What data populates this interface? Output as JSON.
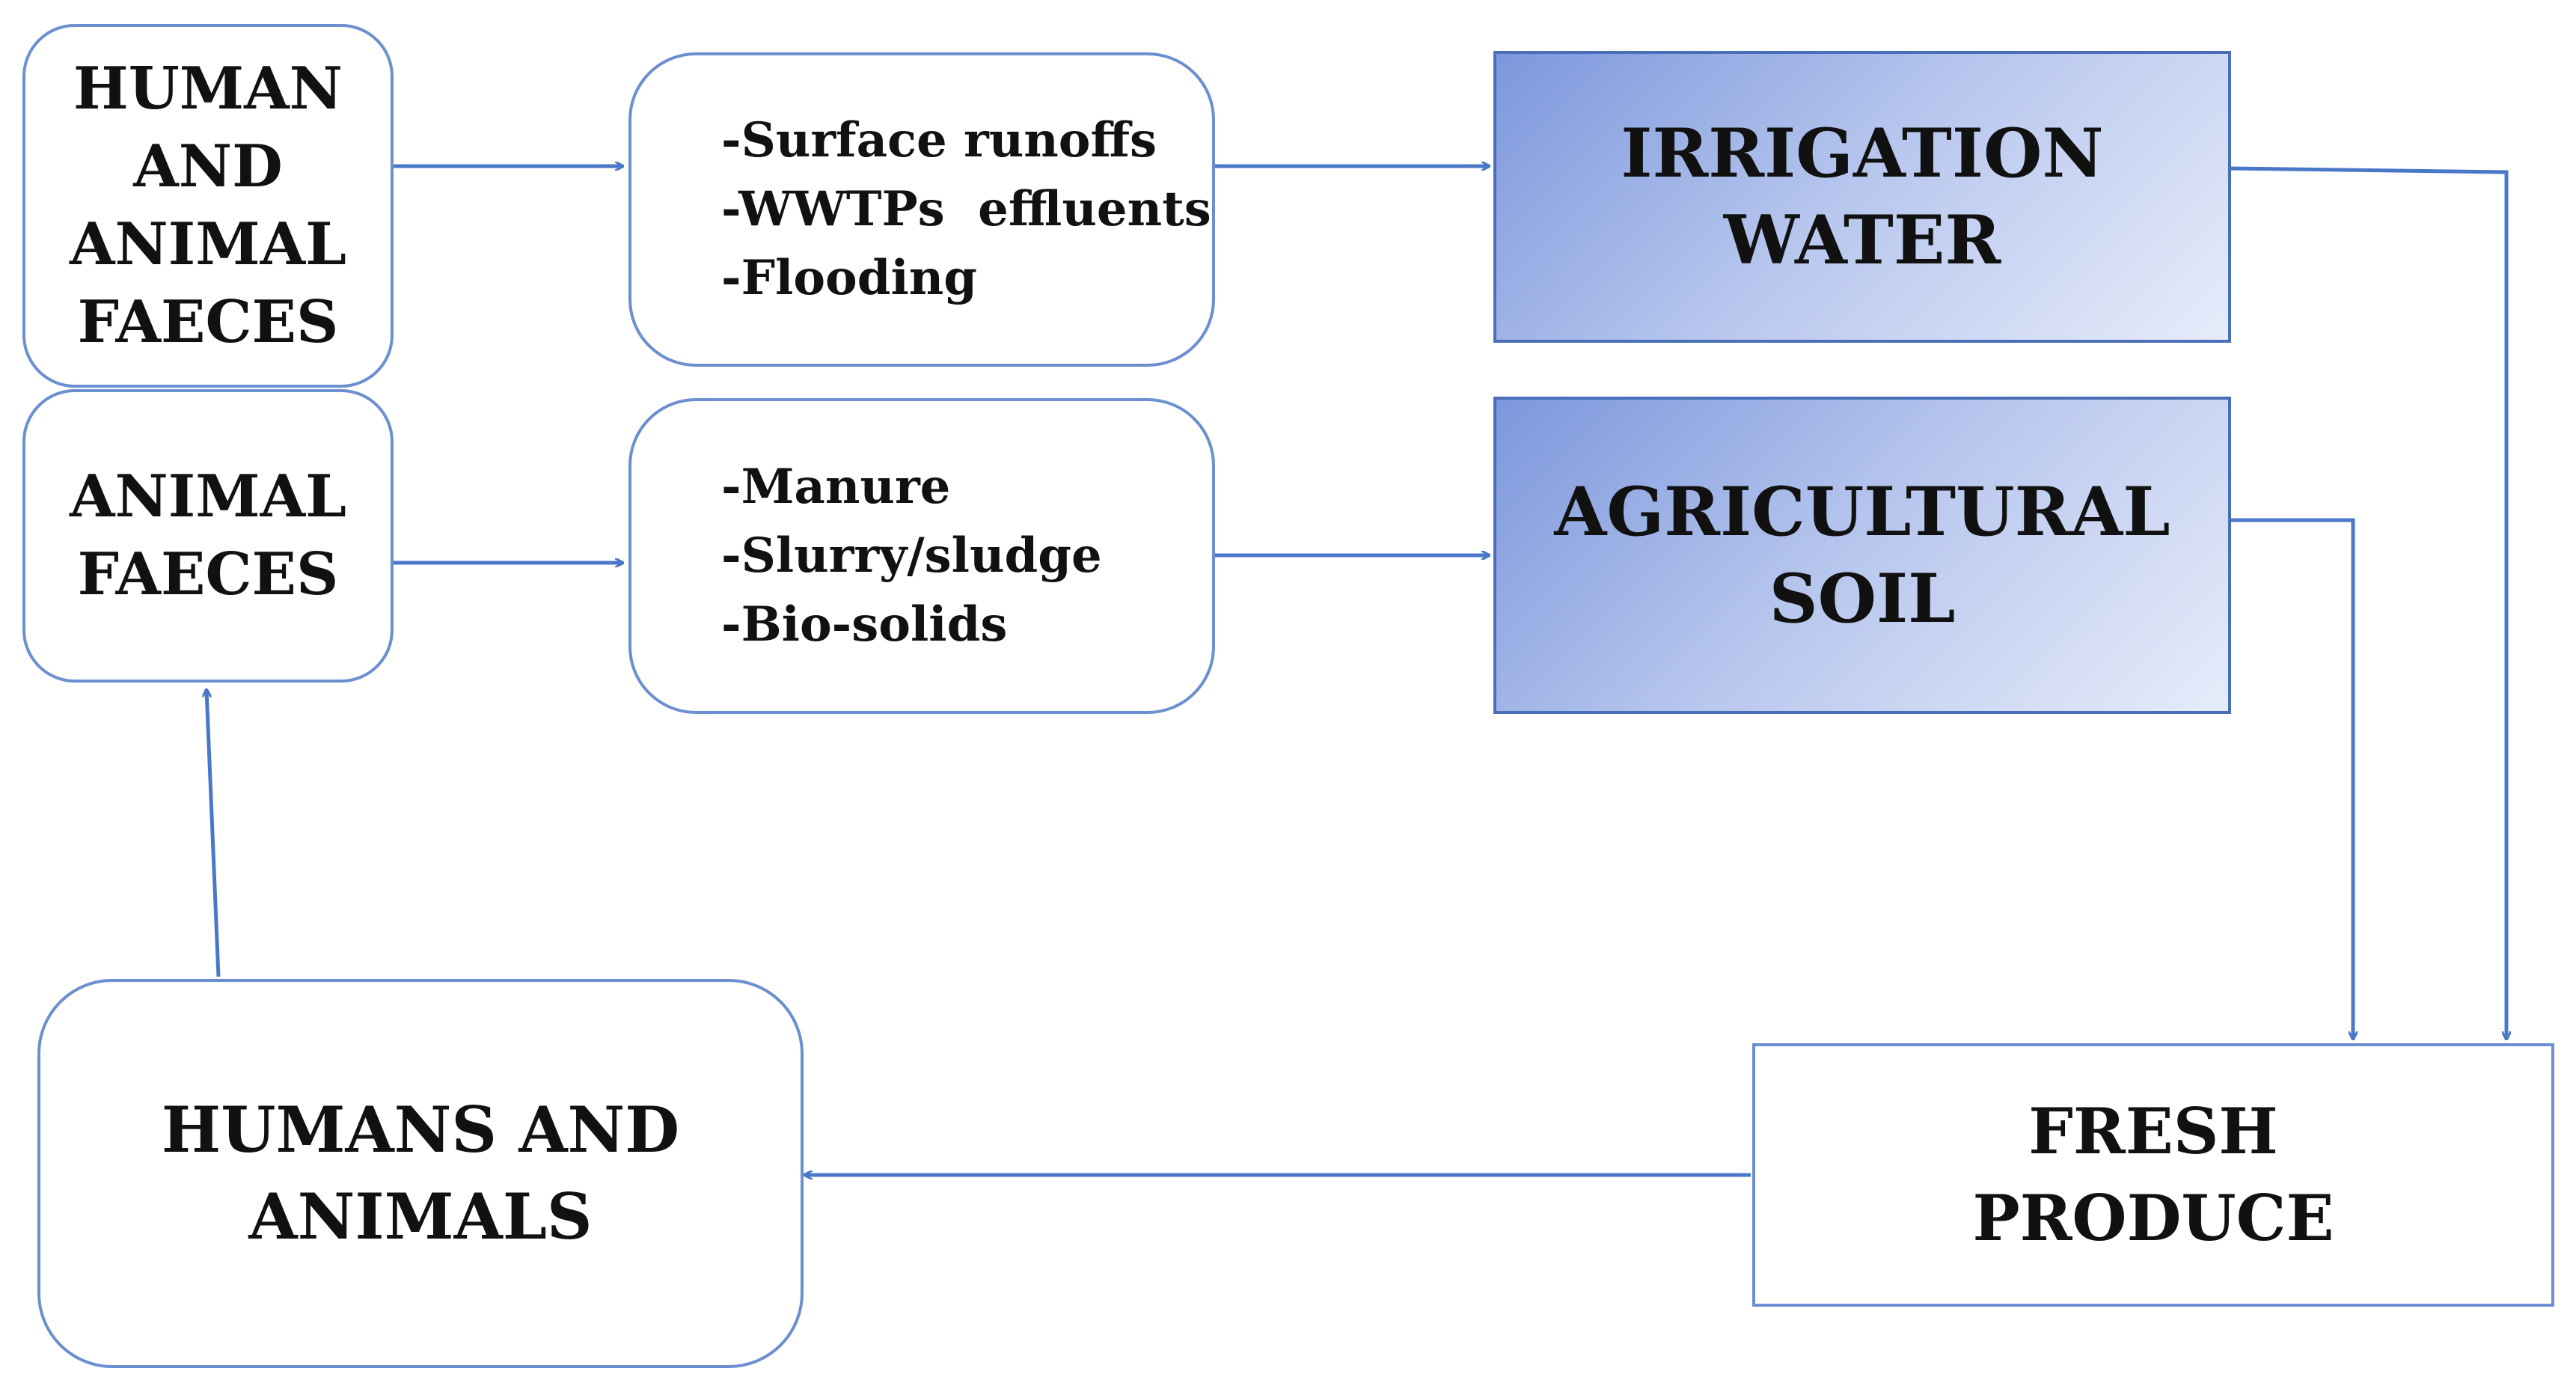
{
  "nodes": {
    "human_animal_faeces": [
      "HUMAN",
      "AND",
      "ANIMAL",
      "FAECES"
    ],
    "animal_faeces": [
      "ANIMAL",
      "FAECES"
    ],
    "routes_water": [
      "-Surface runoffs",
      "-WWTPs  effluents",
      "-Flooding"
    ],
    "routes_soil": [
      "-Manure",
      "-Slurry/sludge",
      "-Bio-solids"
    ],
    "irrigation_water": [
      "IRRIGATION",
      "WATER"
    ],
    "agricultural_soil": [
      "AGRICULTURAL",
      "SOIL"
    ],
    "fresh_produce": [
      "FRESH",
      "PRODUCE"
    ],
    "humans_animals": [
      "HUMANS AND",
      "ANIMALS"
    ]
  },
  "colors": {
    "arrow": "#4a78c8",
    "box_border": "#6b8fd0",
    "target_gradient_start": "#7c97dc",
    "target_gradient_end": "#e7ecfa"
  }
}
